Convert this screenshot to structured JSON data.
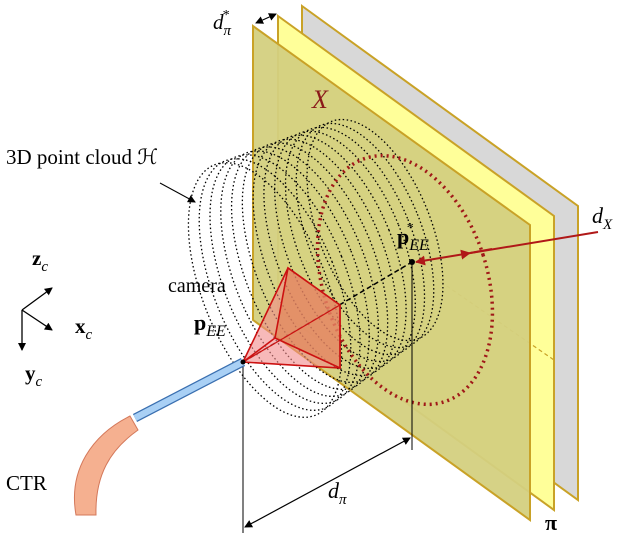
{
  "labels": {
    "d_pi_star": {
      "base": "d",
      "sub": "π",
      "sup": "*"
    },
    "chi": "X",
    "point_cloud": "3D point cloud ℋ",
    "d_chi": {
      "base": "d",
      "sub": "X"
    },
    "p_ee_star": {
      "base": "p",
      "sub": "EE",
      "sup": "*"
    },
    "z_c": {
      "base": "z",
      "sub": "c"
    },
    "x_c": {
      "base": "x",
      "sub": "c"
    },
    "y_c": {
      "base": "y",
      "sub": "c"
    },
    "camera": "camera",
    "p_ee": {
      "base": "p",
      "sub": "EE"
    },
    "ctr": "CTR",
    "d_pi": {
      "base": "d",
      "sub": "π"
    },
    "pi": "π"
  },
  "colors": {
    "plane_back": "#d8d8d8",
    "plane_mid": "#ffff99",
    "plane_front": "#d4d080",
    "plane_border": "#c9a227",
    "target_ellipse": "#a01818",
    "camera_frustum": "#cc1111",
    "camera_fill": "#f28a8a",
    "tube": "#a9d0f5",
    "tube_border": "#3a6fb0",
    "ctr_body": "#f5b090",
    "arrow_dchi": "#b01818"
  },
  "icons": {
    "point_cloud": "dotted-ellipse-stack",
    "camera": "frustum-pyramid"
  }
}
